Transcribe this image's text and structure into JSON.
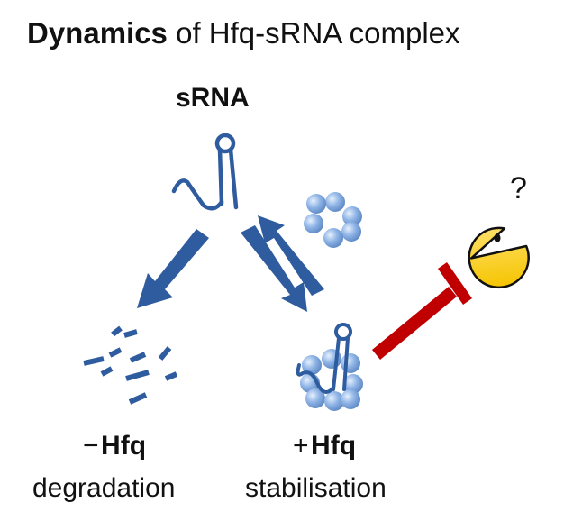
{
  "title": {
    "bold": "Dynamics",
    "rest": " of Hfq-sRNA complex"
  },
  "srna_label": "sRNA",
  "question_mark": "?",
  "conditions": {
    "minus": {
      "sign": "−",
      "label": "Hfq",
      "outcome": "degradation"
    },
    "plus": {
      "sign": "+",
      "label": "Hfq",
      "outcome": "stabilisation"
    }
  },
  "colors": {
    "rna": "#2e5c9e",
    "arrow": "#2e5c9e",
    "hfq_sphere": "#8fb4e6",
    "inhibition": "#c00000",
    "pacman": "#ffd21f"
  },
  "icons": [
    "srna-hairpin-icon",
    "hfq-hexamer-icon",
    "hfq-srna-complex-icon",
    "rna-fragments-icon",
    "rnase-pacman-icon",
    "inhibition-bar-icon"
  ]
}
